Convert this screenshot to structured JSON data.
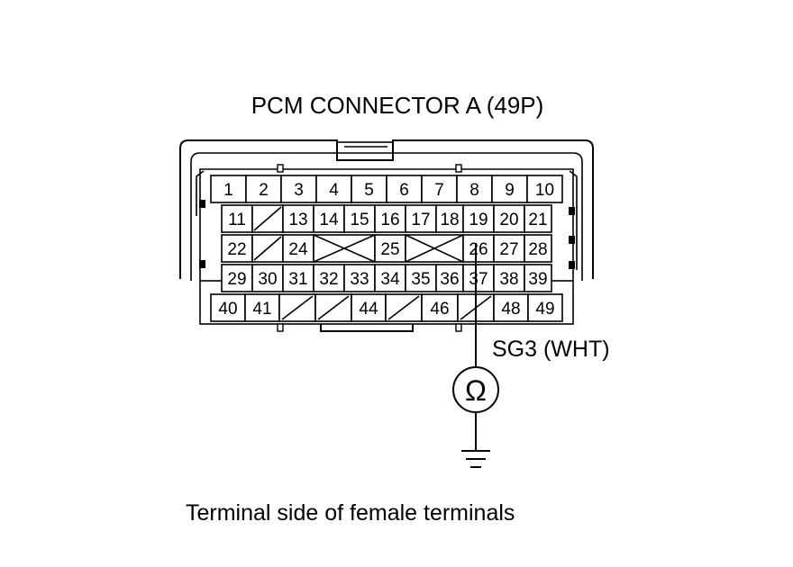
{
  "title": "PCM CONNECTOR A (49P)",
  "caption": "Terminal side of female terminals",
  "probe_label": "SG3 (WHT)",
  "meter_symbol": "Ω",
  "terminals": {
    "row1": [
      "1",
      "2",
      "3",
      "4",
      "5",
      "6",
      "7",
      "8",
      "9",
      "10"
    ],
    "row2": [
      "11",
      "",
      "13",
      "14",
      "15",
      "16",
      "17",
      "18",
      "19",
      "20",
      "21"
    ],
    "row3": [
      "22",
      "",
      "24",
      "",
      "25",
      "",
      "26",
      "27",
      "28"
    ],
    "row4": [
      "29",
      "30",
      "31",
      "32",
      "33",
      "34",
      "35",
      "36",
      "37",
      "38",
      "39"
    ],
    "row5": [
      "40",
      "41",
      "",
      "",
      "44",
      "",
      "46",
      "",
      "48",
      "49"
    ]
  }
}
